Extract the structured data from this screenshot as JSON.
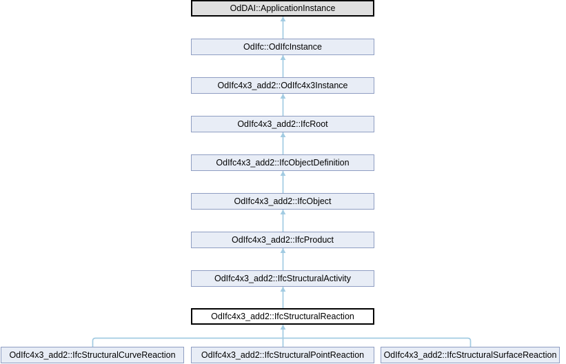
{
  "colors": {
    "background": "#FFFFFF",
    "text": "#000000",
    "edge": "#A2CBE2",
    "node-fill-light": "#E8EDF6",
    "node-border-light": "#8E9DC2",
    "node-fill-gray": "#DFDFDF",
    "node-fill-focal": "#FFFFFF",
    "node-border-dark": "#000000"
  },
  "diagram": {
    "type": "class-inheritance-graph",
    "focal_class": "OdIfc4x3_add2::IfcStructuralReaction",
    "chain": [
      {
        "label": "OdDAI::ApplicationInstance",
        "style": "gray"
      },
      {
        "label": "OdIfc::OdIfcInstance",
        "style": "light"
      },
      {
        "label": "OdIfc4x3_add2::OdIfc4x3Instance",
        "style": "light"
      },
      {
        "label": "OdIfc4x3_add2::IfcRoot",
        "style": "light"
      },
      {
        "label": "OdIfc4x3_add2::IfcObjectDefinition",
        "style": "light"
      },
      {
        "label": "OdIfc4x3_add2::IfcObject",
        "style": "light"
      },
      {
        "label": "OdIfc4x3_add2::IfcProduct",
        "style": "light"
      },
      {
        "label": "OdIfc4x3_add2::IfcStructuralActivity",
        "style": "light"
      },
      {
        "label": "OdIfc4x3_add2::IfcStructuralReaction",
        "style": "focal"
      }
    ],
    "children": [
      {
        "label": "OdIfc4x3_add2::IfcStructuralCurveReaction"
      },
      {
        "label": "OdIfc4x3_add2::IfcStructuralPointReaction"
      },
      {
        "label": "OdIfc4x3_add2::IfcStructuralSurfaceReaction"
      }
    ]
  }
}
